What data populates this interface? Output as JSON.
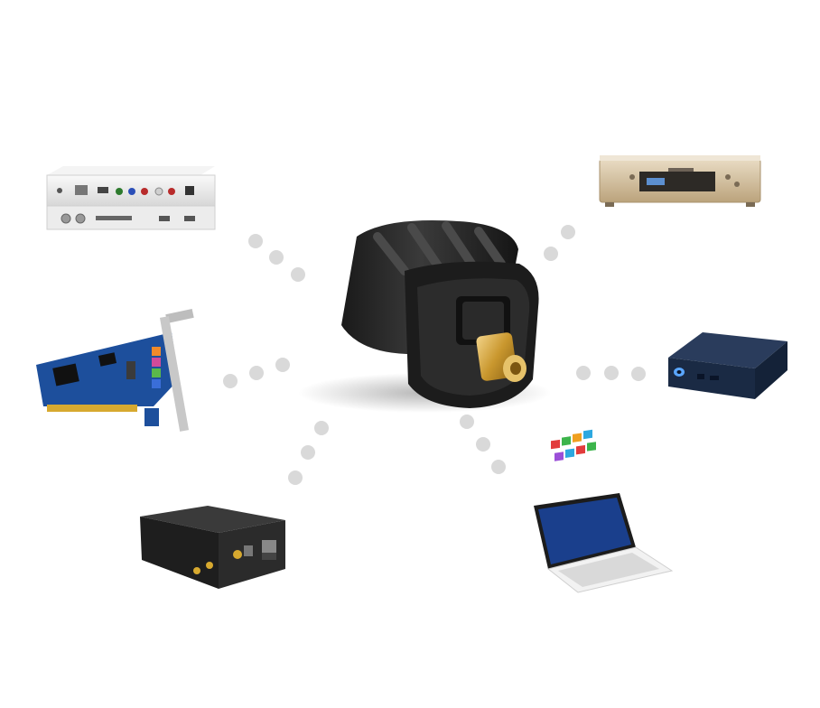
{
  "scene": {
    "background": "#ffffff",
    "dot_color": "#d9d9d9",
    "center_item": "toslink-to-mini-optical-adapter",
    "devices": [
      {
        "name": "set-top-box-media-player",
        "color": "#ececec"
      },
      {
        "name": "pci-sound-card",
        "color": "#1d4f9c"
      },
      {
        "name": "audio-dac-box",
        "color": "#222222"
      },
      {
        "name": "hifi-cd-player",
        "color": "#d8c4a4"
      },
      {
        "name": "portable-media-player",
        "color": "#1a2a44"
      },
      {
        "name": "laptop",
        "color": "#f2f2f2"
      }
    ]
  }
}
